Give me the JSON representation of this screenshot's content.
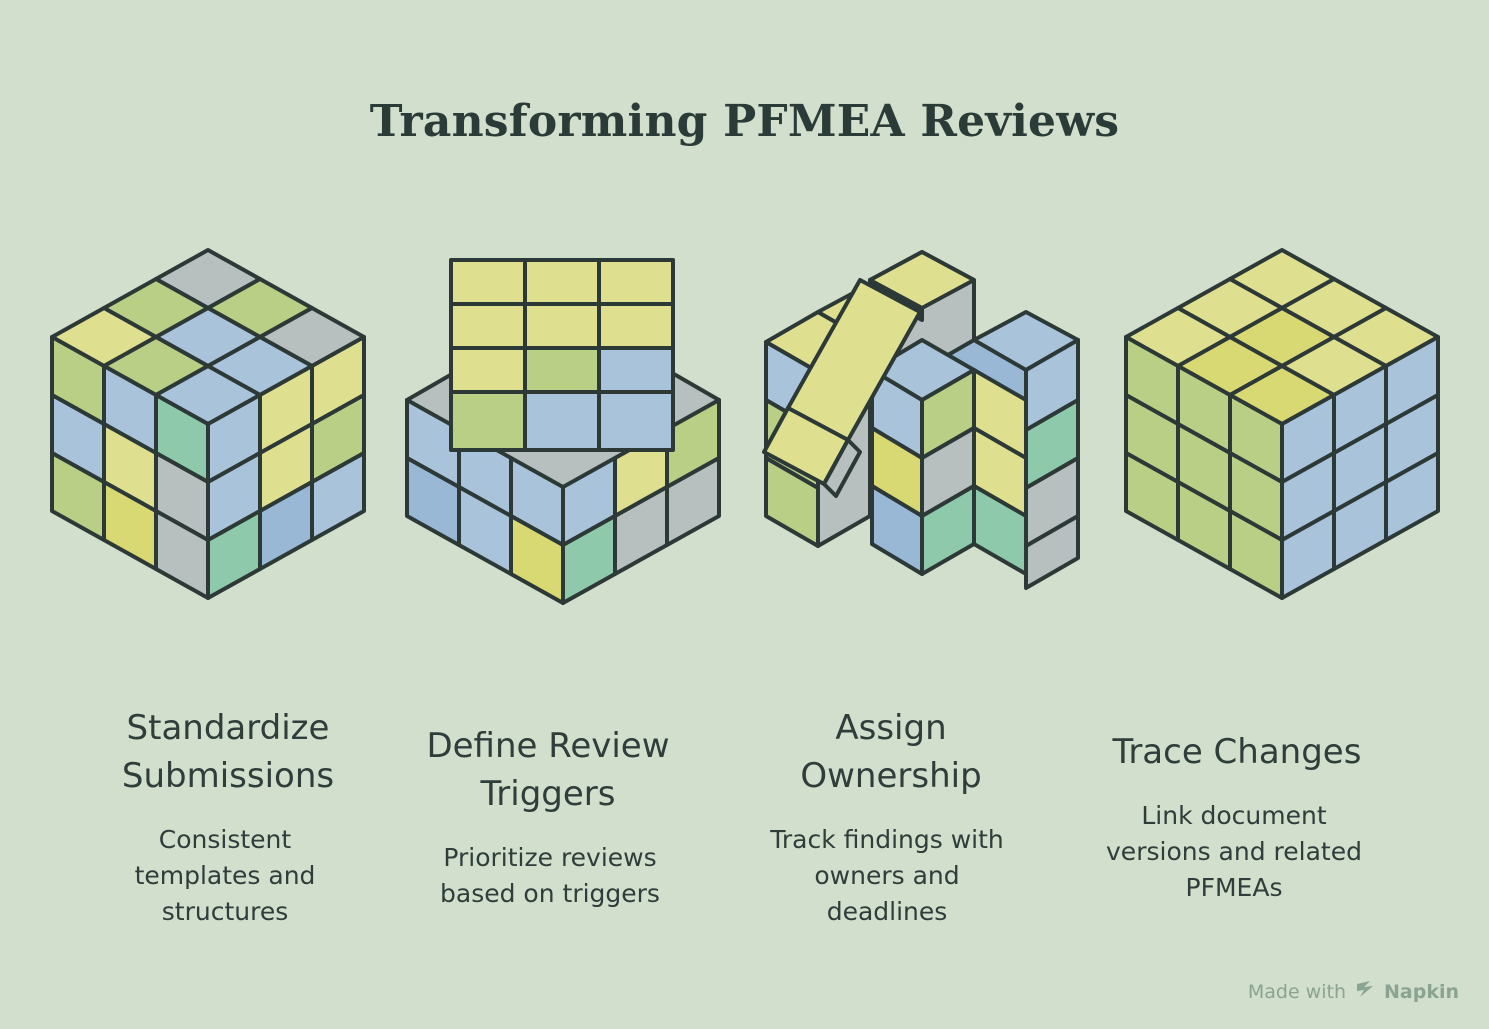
{
  "title": "Transforming PFMEA Reviews",
  "colors": {
    "background": "#d1dfcc",
    "yellow": "#dfe08f",
    "green": "#b8cf85",
    "blue": "#a9c4da",
    "gray": "#b7bfbf",
    "teal": "#8ec9ac",
    "outline": "#2c3937"
  },
  "steps": [
    {
      "title_lines": [
        "Standardize",
        "Submissions"
      ],
      "desc_lines": [
        "Consistent",
        "templates and",
        "structures"
      ],
      "icon": "scrambled-cube-icon"
    },
    {
      "title_lines": [
        "Define Review",
        "Triggers"
      ],
      "desc_lines": [
        "Prioritize reviews",
        "based on triggers"
      ],
      "icon": "cube-with-lifted-top-icon"
    },
    {
      "title_lines": [
        "Assign",
        "Ownership"
      ],
      "desc_lines": [
        "Track findings with",
        "owners and",
        "deadlines"
      ],
      "icon": "cube-being-rearranged-icon"
    },
    {
      "title_lines": [
        "Trace Changes"
      ],
      "desc_lines": [
        "Link document",
        "versions and related",
        "PFMEAs"
      ],
      "icon": "solved-cube-icon"
    }
  ],
  "footer": {
    "made_with": "Made with",
    "brand": "Napkin"
  }
}
